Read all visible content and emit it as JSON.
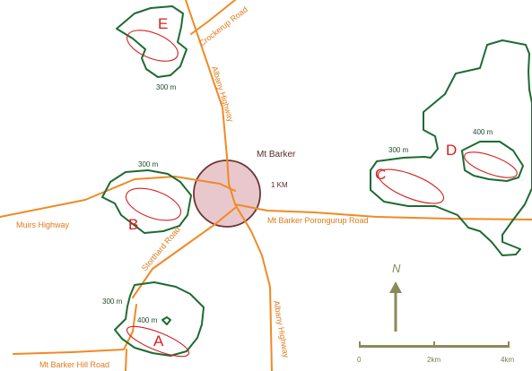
{
  "map": {
    "town": {
      "name": "Mt Barker",
      "radius_label": "1 KM"
    },
    "roads": {
      "albany_highway_north": "Albany Highway",
      "albany_highway_south": "Albany Highway",
      "crockerup": "Crockerup Road",
      "muirs": "Muirs Highway",
      "porongurup": "Mt Barker Porongurup Road",
      "storthard": "Storthard Road",
      "hill": "Mt Barker Hill Road"
    },
    "sites": [
      {
        "id": "E",
        "contour_label": "300 m"
      },
      {
        "id": "B",
        "contour_label": "300 m"
      },
      {
        "id": "A",
        "contour_label": "300 m",
        "inner_contour_label": "400 m"
      },
      {
        "id": "C",
        "contour_label": "300 m"
      },
      {
        "id": "D",
        "contour_label": "400 m"
      }
    ],
    "north_arrow": {
      "label": "N"
    },
    "scale_bar": {
      "labels": [
        "0",
        "2km",
        "4km"
      ]
    },
    "colors": {
      "road": "#f08a24",
      "contour": "#1d6b32",
      "zone": "#d42020",
      "town_fill": "#e8c8cc",
      "town_stroke": "#6e3434"
    }
  }
}
